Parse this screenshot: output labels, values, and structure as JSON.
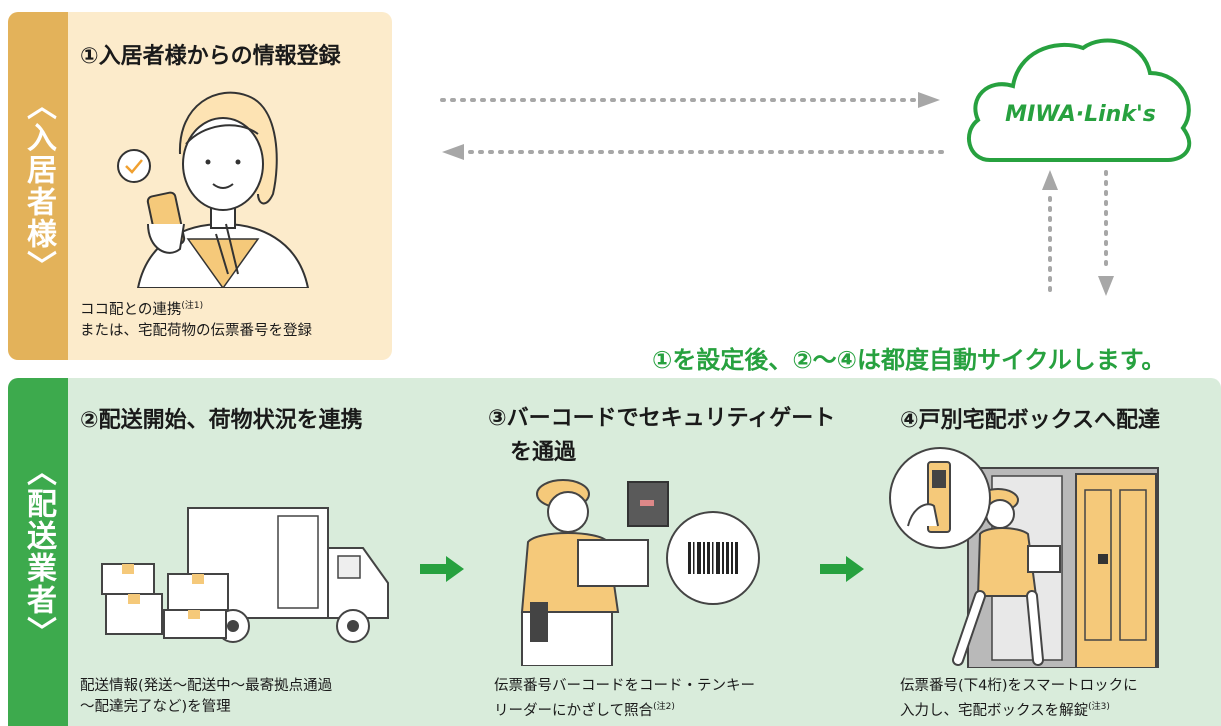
{
  "resident": {
    "side_label": "〈入居者様〉",
    "step_title": "①入居者様からの情報登録",
    "caption_line1": "ココ配との連携",
    "caption_note": "(注1)",
    "caption_line2": "または、宅配荷物の伝票番号を登録"
  },
  "cloud": {
    "logo_text": "MIWA·Link's"
  },
  "auto_cycle_text": "①を設定後、②〜④は都度自動サイクルします。",
  "carrier": {
    "side_label": "〈配送業者〉",
    "steps": [
      {
        "title": "②配送開始、荷物状況を連携",
        "caption_line1": "配送情報(発送〜配送中〜最寄拠点通過",
        "caption_line2": "〜配達完了など)を管理",
        "note": ""
      },
      {
        "title_line1": "③バーコードでセキュリティゲート",
        "title_line2": "を通過",
        "caption_line1": "伝票番号バーコードをコード・テンキー",
        "caption_line2": "リーダーにかざして照合",
        "note": "(注2)"
      },
      {
        "title": "④戸別宅配ボックスへ配達",
        "caption_line1": "伝票番号(下4桁)をスマートロックに",
        "caption_line2": "入力し、宅配ボックスを解錠",
        "note": "(注3)"
      }
    ]
  },
  "colors": {
    "resident_accent": "#e3b25a",
    "resident_bg": "#fcebcb",
    "carrier_accent": "#3daa4d",
    "carrier_bg": "#d9ecdb",
    "cloud_green": "#27a13f"
  }
}
